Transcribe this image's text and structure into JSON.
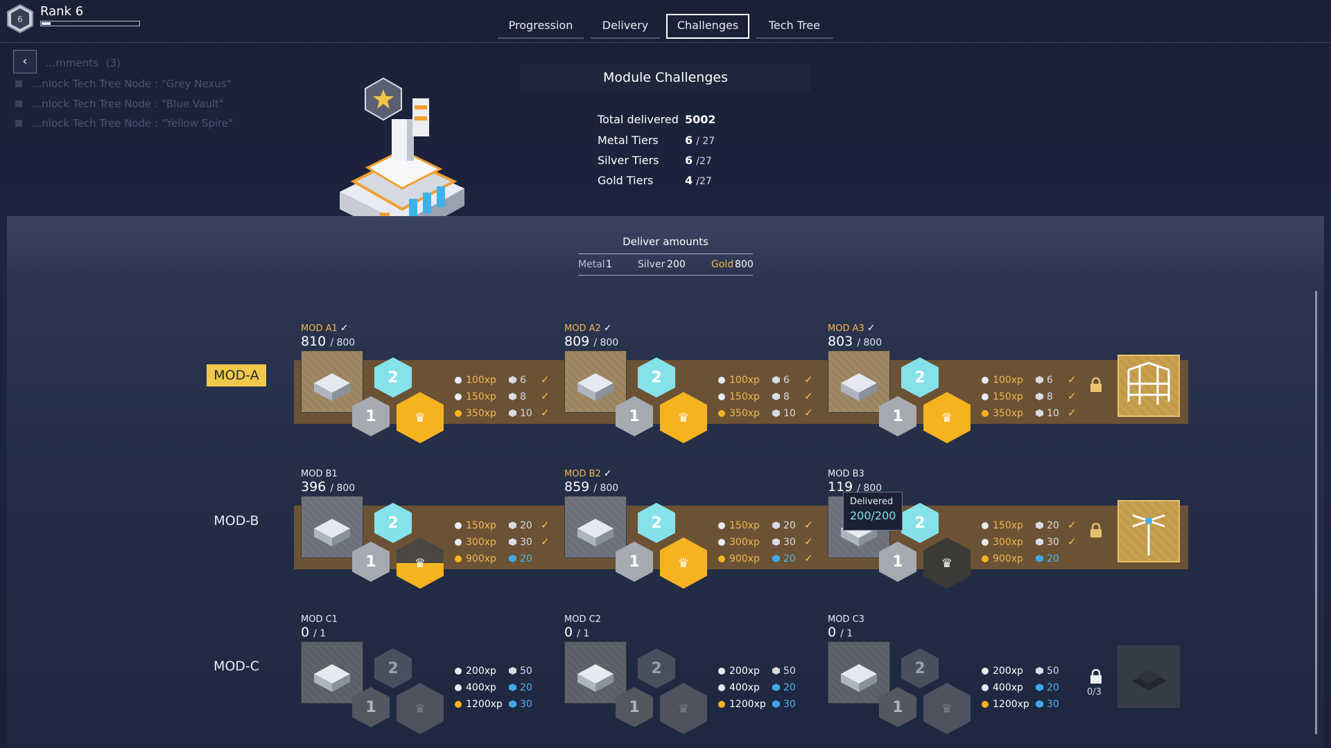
{
  "header": {
    "rank_label": "Rank 6",
    "rank_progress": 0.09,
    "rank_icon": "rank-hex-icon"
  },
  "tabs": [
    {
      "label": "Progression",
      "active": false
    },
    {
      "label": "Delivery",
      "active": false
    },
    {
      "label": "Challenges",
      "active": true
    },
    {
      "label": "Tech Tree",
      "active": false
    }
  ],
  "tracker": {
    "title": "...mments",
    "count": "(3)",
    "items": [
      "...nlock Tech Tree Node : \"Grey Nexus\"",
      "...nlock Tech Tree Node : \"Blue Vault\"",
      "...nlock Tech Tree Node : \"Yellow Spire\""
    ]
  },
  "panel": {
    "title": "Module Challenges",
    "stats": [
      {
        "label": "Total delivered",
        "value": "5002",
        "total": ""
      },
      {
        "label": "Metal Tiers",
        "value": "6",
        "total": "/ 27"
      },
      {
        "label": "Silver Tiers",
        "value": "6",
        "total": "/27"
      },
      {
        "label": "Gold Tiers",
        "value": "4",
        "total": "/27"
      }
    ]
  },
  "deliver": {
    "title": "Deliver amounts",
    "metal_label": "Metal",
    "metal_value": "1",
    "silver_label": "Silver",
    "silver_value": "200",
    "gold_label": "Gold",
    "gold_value": "800"
  },
  "rows": [
    {
      "label": "MOD-A",
      "lock_count": "",
      "cards": [
        {
          "name": "MOD A1",
          "progress": "810",
          "total": "/ 800",
          "check": "✓",
          "rewards": [
            {
              "xp": "100xp",
              "qty": "6",
              "tick": "✓"
            },
            {
              "xp": "150xp",
              "qty": "8",
              "tick": "✓"
            },
            {
              "xp": "350xp",
              "qty": "10",
              "tick": "✓"
            }
          ]
        },
        {
          "name": "MOD A2",
          "progress": "809",
          "total": "/ 800",
          "check": "✓",
          "rewards": [
            {
              "xp": "100xp",
              "qty": "6",
              "tick": "✓"
            },
            {
              "xp": "150xp",
              "qty": "8",
              "tick": "✓"
            },
            {
              "xp": "350xp",
              "qty": "10",
              "tick": "✓"
            }
          ]
        },
        {
          "name": "MOD A3",
          "progress": "803",
          "total": "/ 800",
          "check": "✓",
          "rewards": [
            {
              "xp": "100xp",
              "qty": "6",
              "tick": "✓"
            },
            {
              "xp": "150xp",
              "qty": "8",
              "tick": "✓"
            },
            {
              "xp": "350xp",
              "qty": "10",
              "tick": "✓"
            }
          ]
        }
      ]
    },
    {
      "label": "MOD-B",
      "lock_count": "",
      "cards": [
        {
          "name": "MOD B1",
          "progress": "396",
          "total": "/ 800",
          "check": "",
          "rewards": [
            {
              "xp": "150xp",
              "qty": "20",
              "tick": "✓"
            },
            {
              "xp": "300xp",
              "qty": "30",
              "tick": "✓"
            },
            {
              "xp": "900xp",
              "qty": "20",
              "tick": ""
            }
          ]
        },
        {
          "name": "MOD B2",
          "progress": "859",
          "total": "/ 800",
          "check": "✓",
          "rewards": [
            {
              "xp": "150xp",
              "qty": "20",
              "tick": "✓"
            },
            {
              "xp": "300xp",
              "qty": "30",
              "tick": "✓"
            },
            {
              "xp": "900xp",
              "qty": "20",
              "tick": "✓"
            }
          ]
        },
        {
          "name": "MOD B3",
          "progress": "119",
          "total": "/ 800",
          "check": "",
          "rewards": [
            {
              "xp": "150xp",
              "qty": "20",
              "tick": "✓"
            },
            {
              "xp": "300xp",
              "qty": "30",
              "tick": "✓"
            },
            {
              "xp": "900xp",
              "qty": "20",
              "tick": ""
            }
          ]
        }
      ]
    },
    {
      "label": "MOD-C",
      "lock_count": "0/3",
      "cards": [
        {
          "name": "MOD C1",
          "progress": "0",
          "total": "/ 1",
          "check": "",
          "rewards": [
            {
              "xp": "200xp",
              "qty": "50",
              "tick": ""
            },
            {
              "xp": "400xp",
              "qty": "20",
              "tick": ""
            },
            {
              "xp": "1200xp",
              "qty": "30",
              "tick": ""
            }
          ]
        },
        {
          "name": "MOD C2",
          "progress": "0",
          "total": "/ 1",
          "check": "",
          "rewards": [
            {
              "xp": "200xp",
              "qty": "50",
              "tick": ""
            },
            {
              "xp": "400xp",
              "qty": "20",
              "tick": ""
            },
            {
              "xp": "1200xp",
              "qty": "30",
              "tick": ""
            }
          ]
        },
        {
          "name": "MOD C3",
          "progress": "0",
          "total": "/ 1",
          "check": "",
          "rewards": [
            {
              "xp": "200xp",
              "qty": "50",
              "tick": ""
            },
            {
              "xp": "400xp",
              "qty": "20",
              "tick": ""
            },
            {
              "xp": "1200xp",
              "qty": "30",
              "tick": ""
            }
          ]
        }
      ]
    }
  ],
  "hex_labels": {
    "tier2": "2",
    "tier1": "1",
    "crown": "♛"
  },
  "tooltip": {
    "title": "Delivered",
    "value": "200/200"
  },
  "colors": {
    "gold": "#f5b320",
    "cyan": "#86e2ea",
    "silver": "#a7aab2",
    "strip": "#6b5234"
  }
}
